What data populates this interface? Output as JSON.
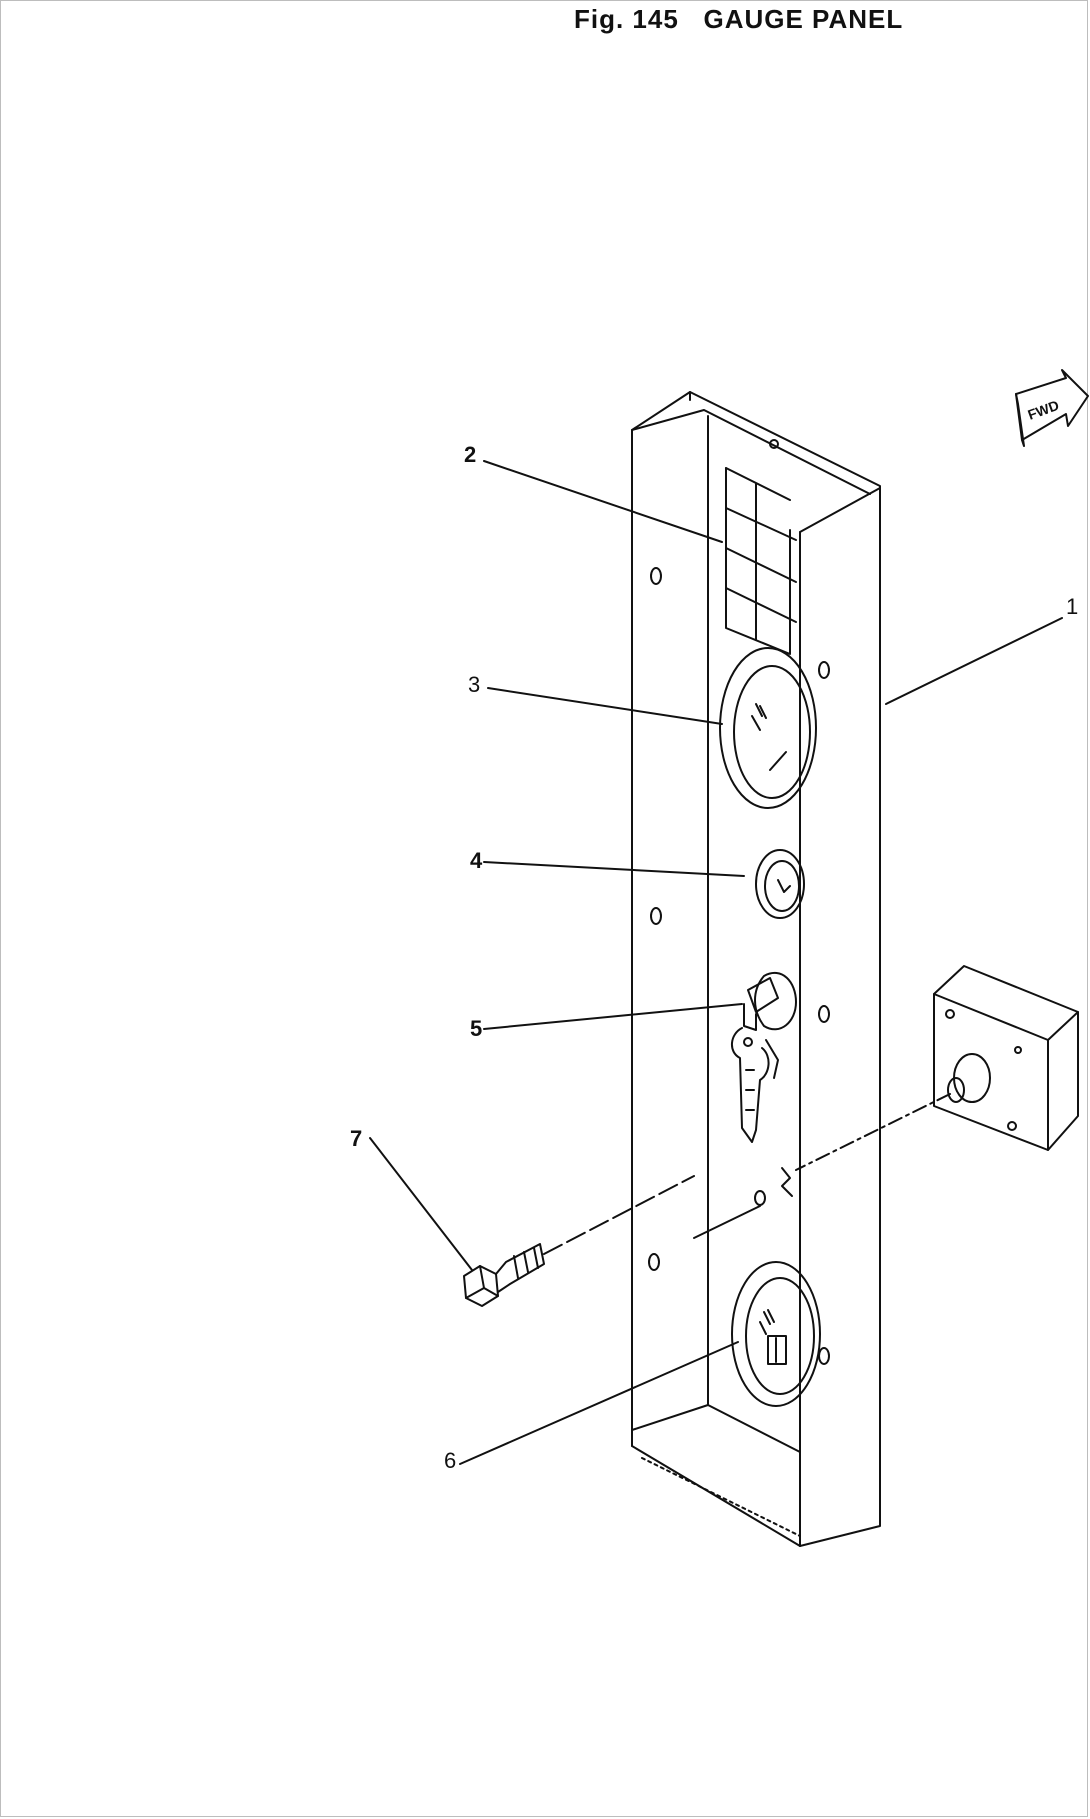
{
  "figure": {
    "title": "Fig. 145   GAUGE PANEL"
  },
  "direction_arrow": {
    "label": "FWD",
    "icon": "forward-arrow-icon"
  },
  "callouts": [
    {
      "number": "1",
      "part": "panel-housing"
    },
    {
      "number": "2",
      "part": "indicator-lamp-block"
    },
    {
      "number": "3",
      "part": "large-gauge-upper"
    },
    {
      "number": "4",
      "part": "small-gauge"
    },
    {
      "number": "5",
      "part": "key-switch"
    },
    {
      "number": "6",
      "part": "large-gauge-lower"
    },
    {
      "number": "7",
      "part": "bolt"
    }
  ],
  "colors": {
    "line": "#111111",
    "background": "#ffffff"
  }
}
